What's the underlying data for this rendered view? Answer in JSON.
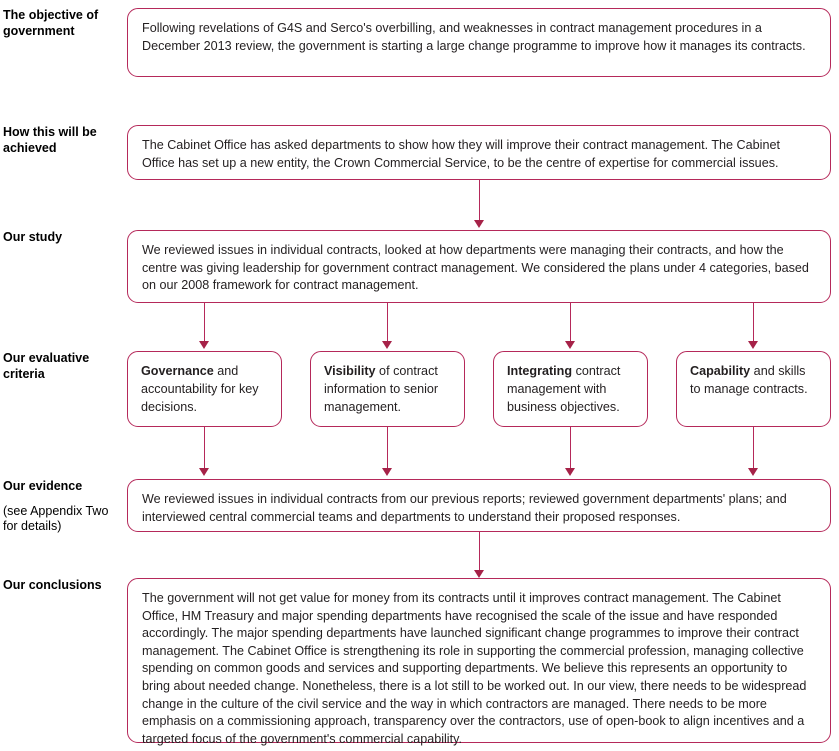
{
  "meta": {
    "accent_color": "#b5295a",
    "arrow_color": "#a62248",
    "text_color": "#231f20"
  },
  "rows": [
    {
      "label": "The objective of government",
      "sublabel": "",
      "box_text": "Following revelations of G4S and Serco's overbilling, and weaknesses in contract management procedures in a December 2013 review, the government is starting a large change programme to improve how it manages its contracts."
    },
    {
      "label": "How this will be achieved",
      "sublabel": "",
      "box_text": "The Cabinet Office has asked departments to show how they will improve their contract management. The Cabinet Office has set up a new entity, the Crown Commercial Service, to be the centre of expertise for commercial issues."
    },
    {
      "label": "Our study",
      "sublabel": "",
      "box_text": "We reviewed issues in individual contracts, looked at how departments were managing their contracts, and how the centre was giving leadership for government contract management. We considered the plans under 4 categories, based on our 2008 framework for contract management."
    },
    {
      "label": "Our evaluative criteria",
      "sublabel": "",
      "box_text": ""
    },
    {
      "label": "Our evidence",
      "sublabel": "(see Appendix Two for details)",
      "box_text": "We reviewed issues in individual contracts from our previous reports; reviewed government departments' plans; and interviewed central commercial teams and departments to understand their proposed responses."
    },
    {
      "label": "Our conclusions",
      "sublabel": "",
      "box_text": "The government will not get value for money from its contracts until it improves contract management. The Cabinet Office, HM Treasury and major spending departments have recognised the scale of the issue and have responded accordingly. The major spending departments have launched significant change programmes to improve their contract management. The Cabinet Office is strengthening its role in supporting the commercial profession, managing collective spending on common goods and services and supporting departments. We believe this represents an opportunity to bring about needed change. Nonetheless, there is a lot still to be worked out. In our view, there needs to be widespread change in the culture of the civil service and the way in which contractors are managed. There needs to be more emphasis on a commissioning approach, transparency over the contractors, use of open-book to align incentives and a targeted focus of the government's commercial capability."
    }
  ],
  "criteria": [
    {
      "lead": "Governance",
      "rest": " and accountability for key decisions."
    },
    {
      "lead": "Visibility",
      "rest": " of contract information to senior management."
    },
    {
      "lead": "Integrating",
      "rest": " contract management with business objectives."
    },
    {
      "lead": "Capability",
      "rest": " and skills to manage contracts."
    }
  ]
}
